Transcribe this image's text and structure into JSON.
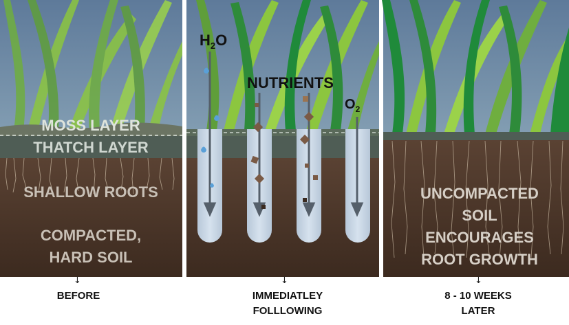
{
  "panels": {
    "before": {
      "moss_label": "MOSS LAYER",
      "thatch_label": "THATCH LAYER",
      "roots_label": "SHALLOW ROOTS",
      "soil_label_line1": "COMPACTED,",
      "soil_label_line2": "HARD SOIL",
      "caption": "BEFORE"
    },
    "immediately": {
      "h2o_main": "H",
      "h2o_sub": "2",
      "h2o_tail": "O",
      "nutrients_label": "NUTRIENTS",
      "o2_main": "O",
      "o2_sub": "2",
      "caption_line1": "IMMEDIATLEY",
      "caption_line2": "FOLLLOWING"
    },
    "later": {
      "line1": "UNCOMPACTED",
      "line2": "SOIL",
      "line3": "ENCOURAGES",
      "line4": "ROOT GROWTH",
      "caption_line1": "8 - 10 WEEKS",
      "caption_line2": "LATER"
    }
  },
  "captions": {
    "arrow_glyph": "↓"
  },
  "colors": {
    "sky_top": "#5e7a9a",
    "sky_bottom": "#a9c3cc",
    "grass_dark": "#1f8a3a",
    "grass_light": "#8cc63f",
    "thatch": "#4f5d55",
    "soil": "#4a3528",
    "hole": "#c5d3e2",
    "arrow": "#555f6a"
  }
}
